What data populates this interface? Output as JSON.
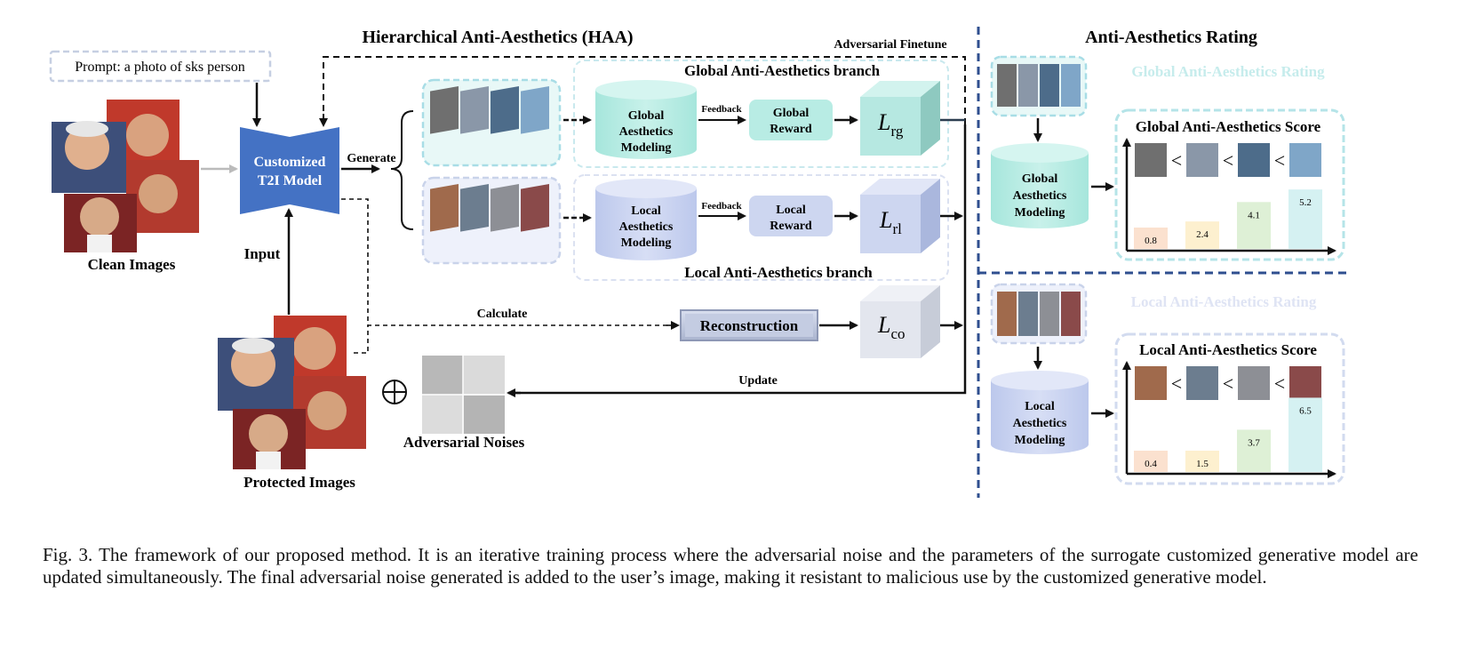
{
  "left_section": {
    "title": "Hierarchical Anti-Aesthetics (HAA)",
    "prompt": "Prompt: a photo of sks person",
    "model_line1": "Customized",
    "model_line2": "T2I Model",
    "clean_images_label": "Clean Images",
    "input_label": "Input",
    "protected_images_label": "Protected Images",
    "generate_label": "Generate",
    "adversarial_finetune_label": "Adversarial Finetune",
    "calculate_label": "Calculate",
    "update_label": "Update",
    "reconstruction_label": "Reconstruction",
    "adversarial_noises_label": "Adversarial Noises",
    "global_branch_label": "Global Anti-Aesthetics branch",
    "local_branch_label": "Local Anti-Aesthetics branch",
    "global_modeling": [
      "Global",
      "Aesthetics",
      "Modeling"
    ],
    "local_modeling": [
      "Local",
      "Aesthetics",
      "Modeling"
    ],
    "feedback_label": "Feedback",
    "global_reward": [
      "Global",
      "Reward"
    ],
    "local_reward": [
      "Local",
      "Reward"
    ],
    "loss_rg": {
      "base": "L",
      "sub": "rg"
    },
    "loss_rl": {
      "base": "L",
      "sub": "rl"
    },
    "loss_co": {
      "base": "L",
      "sub": "co"
    }
  },
  "right_section": {
    "title": "Anti-Aesthetics Rating",
    "global_rating_label": "Global Anti-Aesthetics Rating",
    "local_rating_label": "Local Anti-Aesthetics Rating",
    "global_modeling": [
      "Global",
      "Aesthetics",
      "Modeling"
    ],
    "local_modeling": [
      "Local",
      "Aesthetics",
      "Modeling"
    ],
    "global_score_title": "Global Anti-Aesthetics Score",
    "local_score_title": "Local Anti-Aesthetics Score",
    "less_than": "<",
    "global_scores": [
      0.8,
      2.4,
      4.1,
      5.2
    ],
    "local_scores": [
      0.4,
      1.5,
      3.7,
      6.5
    ],
    "bar_colors": [
      "#fbe1cf",
      "#fdf0cf",
      "#def0d6",
      "#d5f1f2"
    ]
  },
  "colors": {
    "model_blue": "#4472c4",
    "teal_fill": "#b8ece4",
    "teal_light": "#d4f3ee",
    "lavender_fill": "#cdd6f0",
    "lavender_light": "#dfe4f6",
    "gray_cube": "#e3e6ee",
    "dashed_teal": "#a8dde6",
    "dashed_lavender": "#c9d3ea",
    "divider": "#2f4f8f"
  },
  "caption": "Fig. 3.  The framework of our proposed method. It is an iterative training process where the adversarial noise and the parameters of the surrogate customized generative model are updated simultaneously. The final adversarial noise generated is added to the user’s image, making it resistant to malicious use by the customized generative model."
}
